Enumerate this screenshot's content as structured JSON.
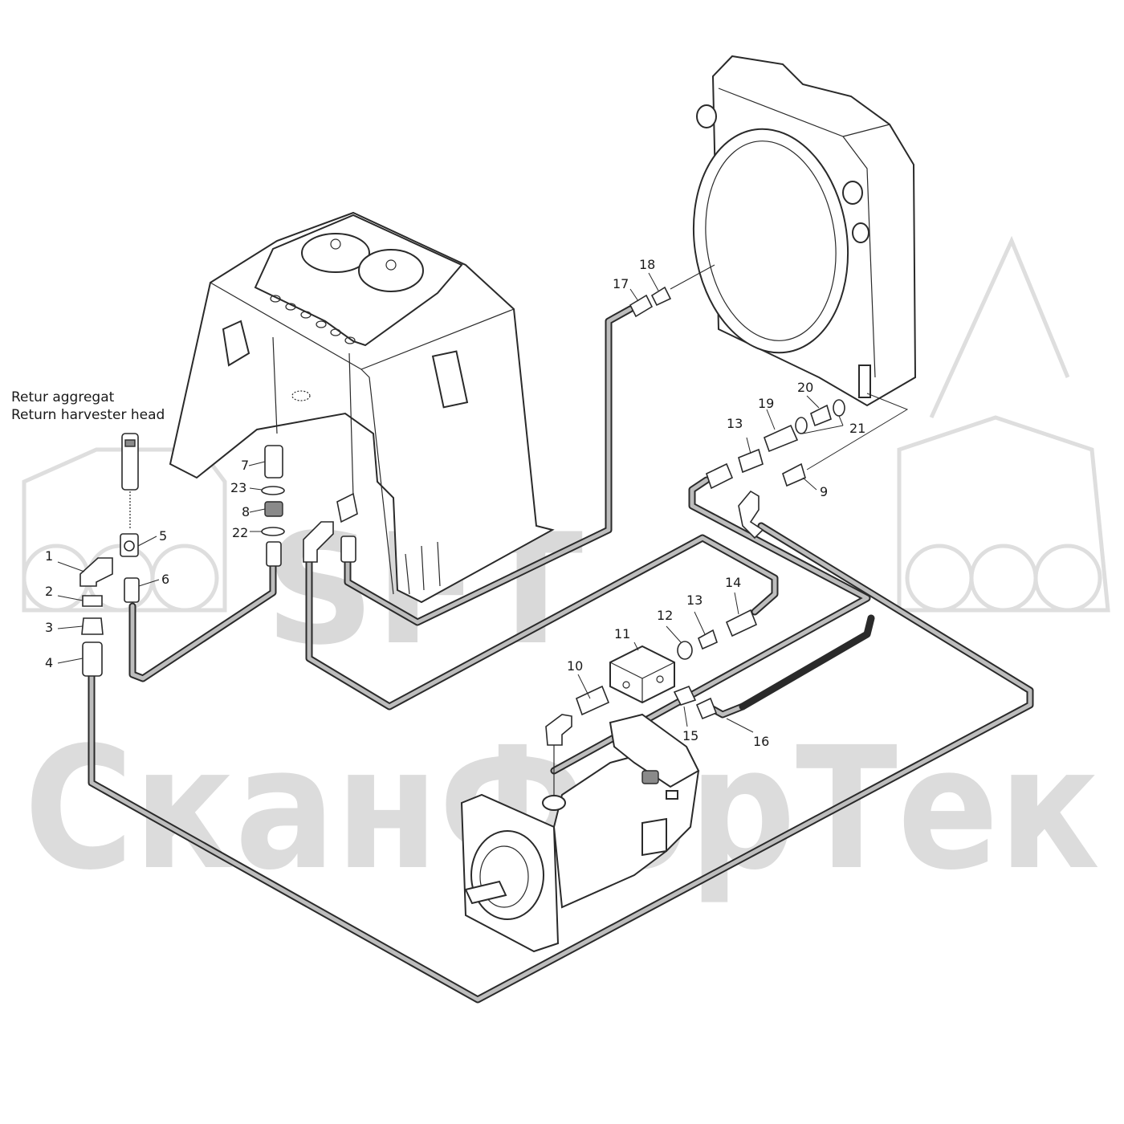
{
  "watermark": {
    "logo_text": "SFT",
    "company_text": "СканФорТек"
  },
  "notes": {
    "line_1": "Retur aggregat",
    "line_2": "Return harvester head"
  },
  "callouts": [
    {
      "id": "c1",
      "label": "1"
    },
    {
      "id": "c2",
      "label": "2"
    },
    {
      "id": "c3",
      "label": "3"
    },
    {
      "id": "c4",
      "label": "4"
    },
    {
      "id": "c5",
      "label": "5"
    },
    {
      "id": "c6",
      "label": "6"
    },
    {
      "id": "c7",
      "label": "7"
    },
    {
      "id": "c8",
      "label": "8"
    },
    {
      "id": "c9",
      "label": "9"
    },
    {
      "id": "c10",
      "label": "10"
    },
    {
      "id": "c11",
      "label": "11"
    },
    {
      "id": "c12",
      "label": "12"
    },
    {
      "id": "c13a",
      "label": "13"
    },
    {
      "id": "c13b",
      "label": "13"
    },
    {
      "id": "c14",
      "label": "14"
    },
    {
      "id": "c15",
      "label": "15"
    },
    {
      "id": "c16",
      "label": "16"
    },
    {
      "id": "c17",
      "label": "17"
    },
    {
      "id": "c18",
      "label": "18"
    },
    {
      "id": "c19",
      "label": "19"
    },
    {
      "id": "c20",
      "label": "20"
    },
    {
      "id": "c21",
      "label": "21"
    },
    {
      "id": "c22",
      "label": "22"
    },
    {
      "id": "c23",
      "label": "23"
    }
  ],
  "colors": {
    "line": "#2a2a2a",
    "hose_fill": "#bdbdbd",
    "watermark": "#d9d9d9"
  }
}
